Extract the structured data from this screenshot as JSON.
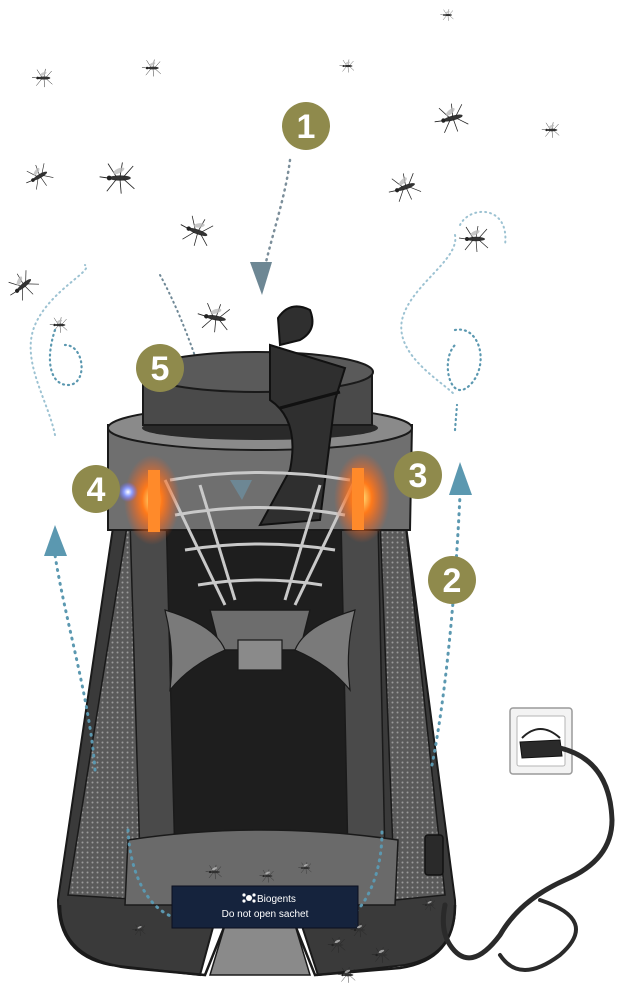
{
  "badges": [
    {
      "id": "badge-1",
      "label": "1"
    },
    {
      "id": "badge-2",
      "label": "2"
    },
    {
      "id": "badge-3",
      "label": "3"
    },
    {
      "id": "badge-4",
      "label": "4"
    },
    {
      "id": "badge-5",
      "label": "5"
    }
  ],
  "sachet": {
    "brand": "Biogents",
    "note": "Do not open sachet"
  },
  "colors": {
    "badge": "#8f8a4c",
    "arrow": "#5b98b0",
    "arrow_dark": "#5f7380",
    "trap_body": "#3a3a3a",
    "trap_mesh": "#6b6b6b",
    "light_glow": "#ff5a1a",
    "sachet_label": "#15233d"
  },
  "icons": [
    "mosquito-icon",
    "power-plug-icon",
    "wall-socket-icon",
    "biogents-logo-icon"
  ]
}
